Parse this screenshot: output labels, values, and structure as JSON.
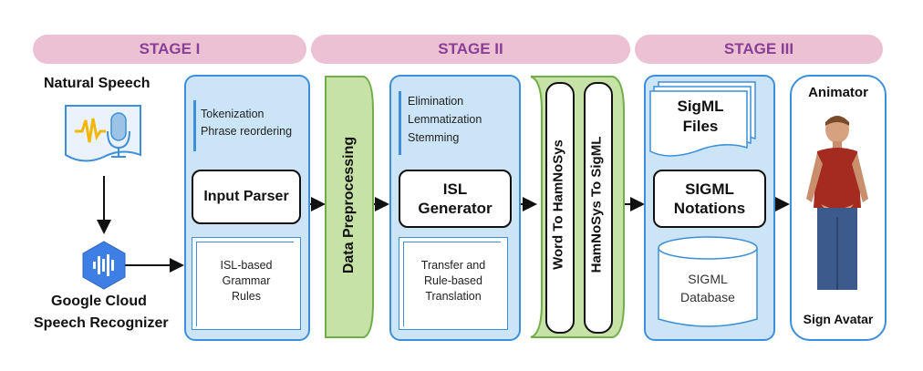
{
  "stages": [
    "STAGE I",
    "STAGE II",
    "STAGE III"
  ],
  "input": {
    "speech_label": "Natural Speech",
    "recognizer_line1": "Google Cloud",
    "recognizer_line2": "Speech Recognizer"
  },
  "stage1": {
    "notes_line1": "Tokenization",
    "notes_line2": "Phrase reordering",
    "parser_label": "Input Parser",
    "rules_line1": "ISL-based",
    "rules_line2": "Grammar",
    "rules_line3": "Rules"
  },
  "preprocessing": "Data Preprocessing",
  "stage2": {
    "notes_line1": "Elimination",
    "notes_line2": "Lemmatization",
    "notes_line3": "Stemming",
    "generator_line1": "ISL",
    "generator_line2": "Generator",
    "transfer_line1": "Transfer and",
    "transfer_line2": "Rule-based",
    "transfer_line3": "Translation",
    "word_to_hamnosys": "Word To HamNoSys",
    "hamnosys_to_sigml": "HamNoSys To SigML"
  },
  "stage3": {
    "files_line1": "SigML",
    "files_line2": "Files",
    "notations_line1": "SIGML",
    "notations_line2": "Notations",
    "db_line1": "SIGML",
    "db_line2": "Database"
  },
  "animator": {
    "title": "Animator",
    "caption": "Sign Avatar"
  },
  "colors": {
    "stage_band": "#ecc1d3",
    "stage_text": "#8a3f96",
    "panel_fill": "#cbe4f6",
    "panel_border": "#3c8fd8",
    "green_fill": "#c6e2a6",
    "green_border": "#6fae4a"
  }
}
